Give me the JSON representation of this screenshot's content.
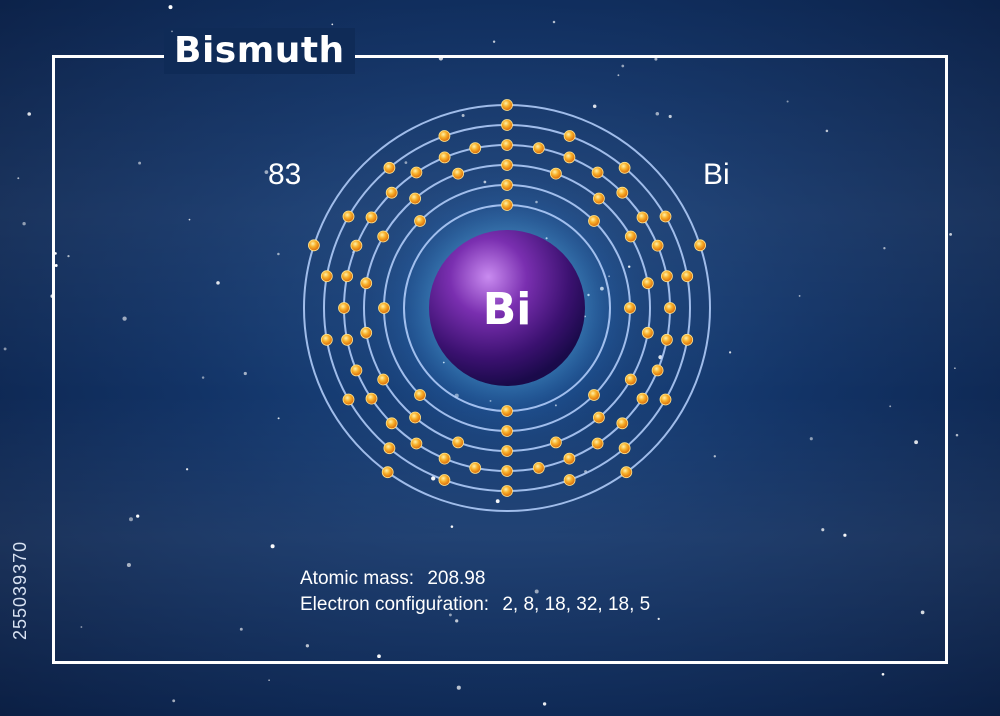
{
  "element": {
    "name": "Bismuth",
    "atomic_number": "83",
    "symbol": "Bi",
    "nucleus_label": "Bi"
  },
  "info": {
    "atomic_mass_label": "Atomic mass:",
    "atomic_mass_value": "208.98",
    "electron_config_label": "Electron configuration:",
    "electron_config_value": "2, 8, 18, 32, 18, 5"
  },
  "shells": [
    2,
    8,
    18,
    32,
    18,
    5
  ],
  "stock_id": "255039370",
  "colors": {
    "background": "#123366",
    "nucleus": "#5a1f8c",
    "electron": "#f6a21a",
    "orbit": "#a9c7ff"
  }
}
